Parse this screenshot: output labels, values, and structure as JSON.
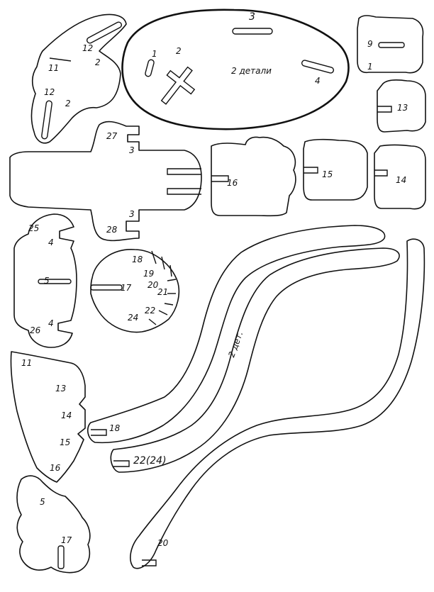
{
  "labels": {
    "body_slot_top": "3",
    "body_slot_small": "1",
    "body_cross": "2",
    "body_note": "2 детали",
    "body_slot_right": "4",
    "head_top": "12",
    "head_mid": "2",
    "head_left": "11",
    "head_low": "12",
    "head_low2": "2",
    "rect_top": "9",
    "rect_bottom": "1",
    "rect_right2": "13",
    "leg_a": "16",
    "leg_b": "15",
    "leg_c": "14",
    "frame_top": "27",
    "frame_3a": "3",
    "frame_3b": "3",
    "frame_bottom": "28",
    "small_top": "25",
    "small_4a": "4",
    "small_5": "5",
    "small_4b": "4",
    "small_bottom": "26",
    "fan_18": "18",
    "fan_19": "19",
    "fan_20": "20",
    "fan_21": "21",
    "fan_17": "17",
    "fan_22": "22",
    "fan_24": "24",
    "tail_11": "11",
    "tail_13": "13",
    "tail_14": "14",
    "tail_15": "15",
    "tail_16": "16",
    "tail_5": "5",
    "tail_17": "17",
    "neck_note": "2 дет.",
    "neck_18": "18",
    "neck_22": "22(24)",
    "long_20": "20"
  }
}
